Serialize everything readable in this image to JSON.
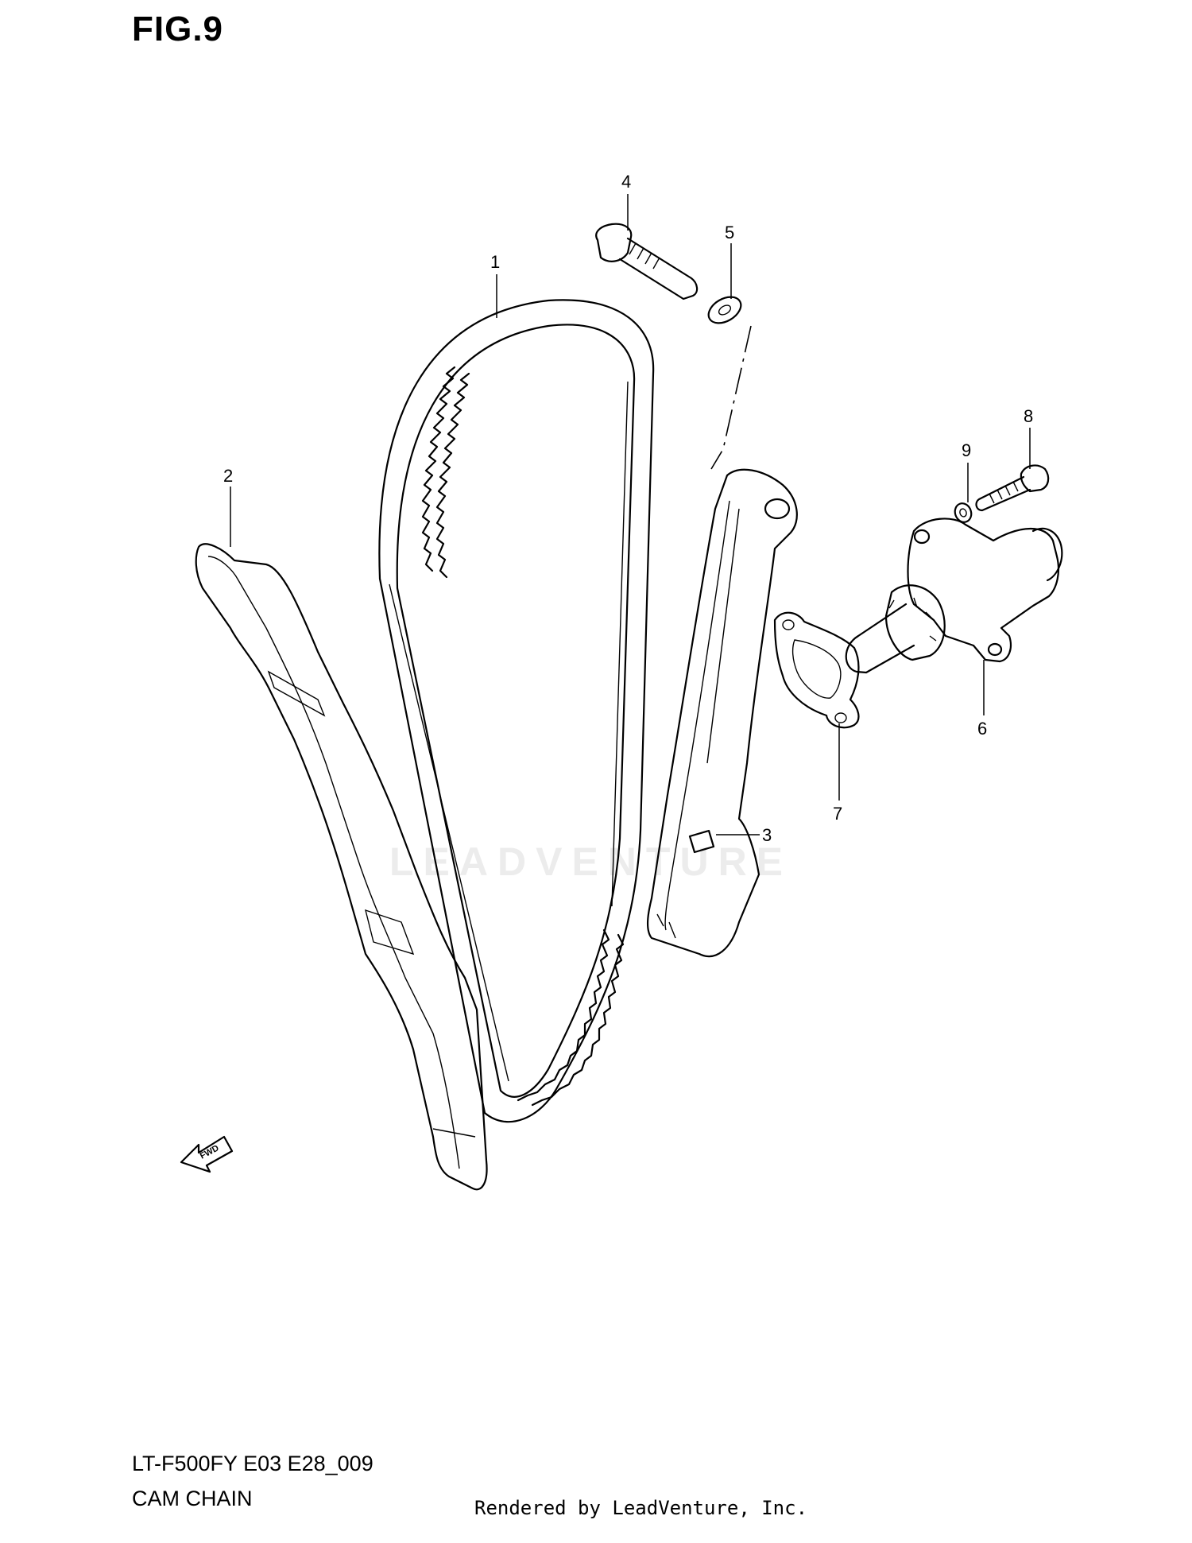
{
  "figure": {
    "title": "FIG.9",
    "model_code": "LT-F500FY E03 E28_009",
    "section_title": "CAM CHAIN",
    "render_credit": "Rendered by LeadVenture, Inc.",
    "watermark": "LEADVENTURE",
    "fwd_label": "FWD"
  },
  "callouts": [
    "1",
    "2",
    "3",
    "4",
    "5",
    "6",
    "7",
    "8",
    "9"
  ]
}
